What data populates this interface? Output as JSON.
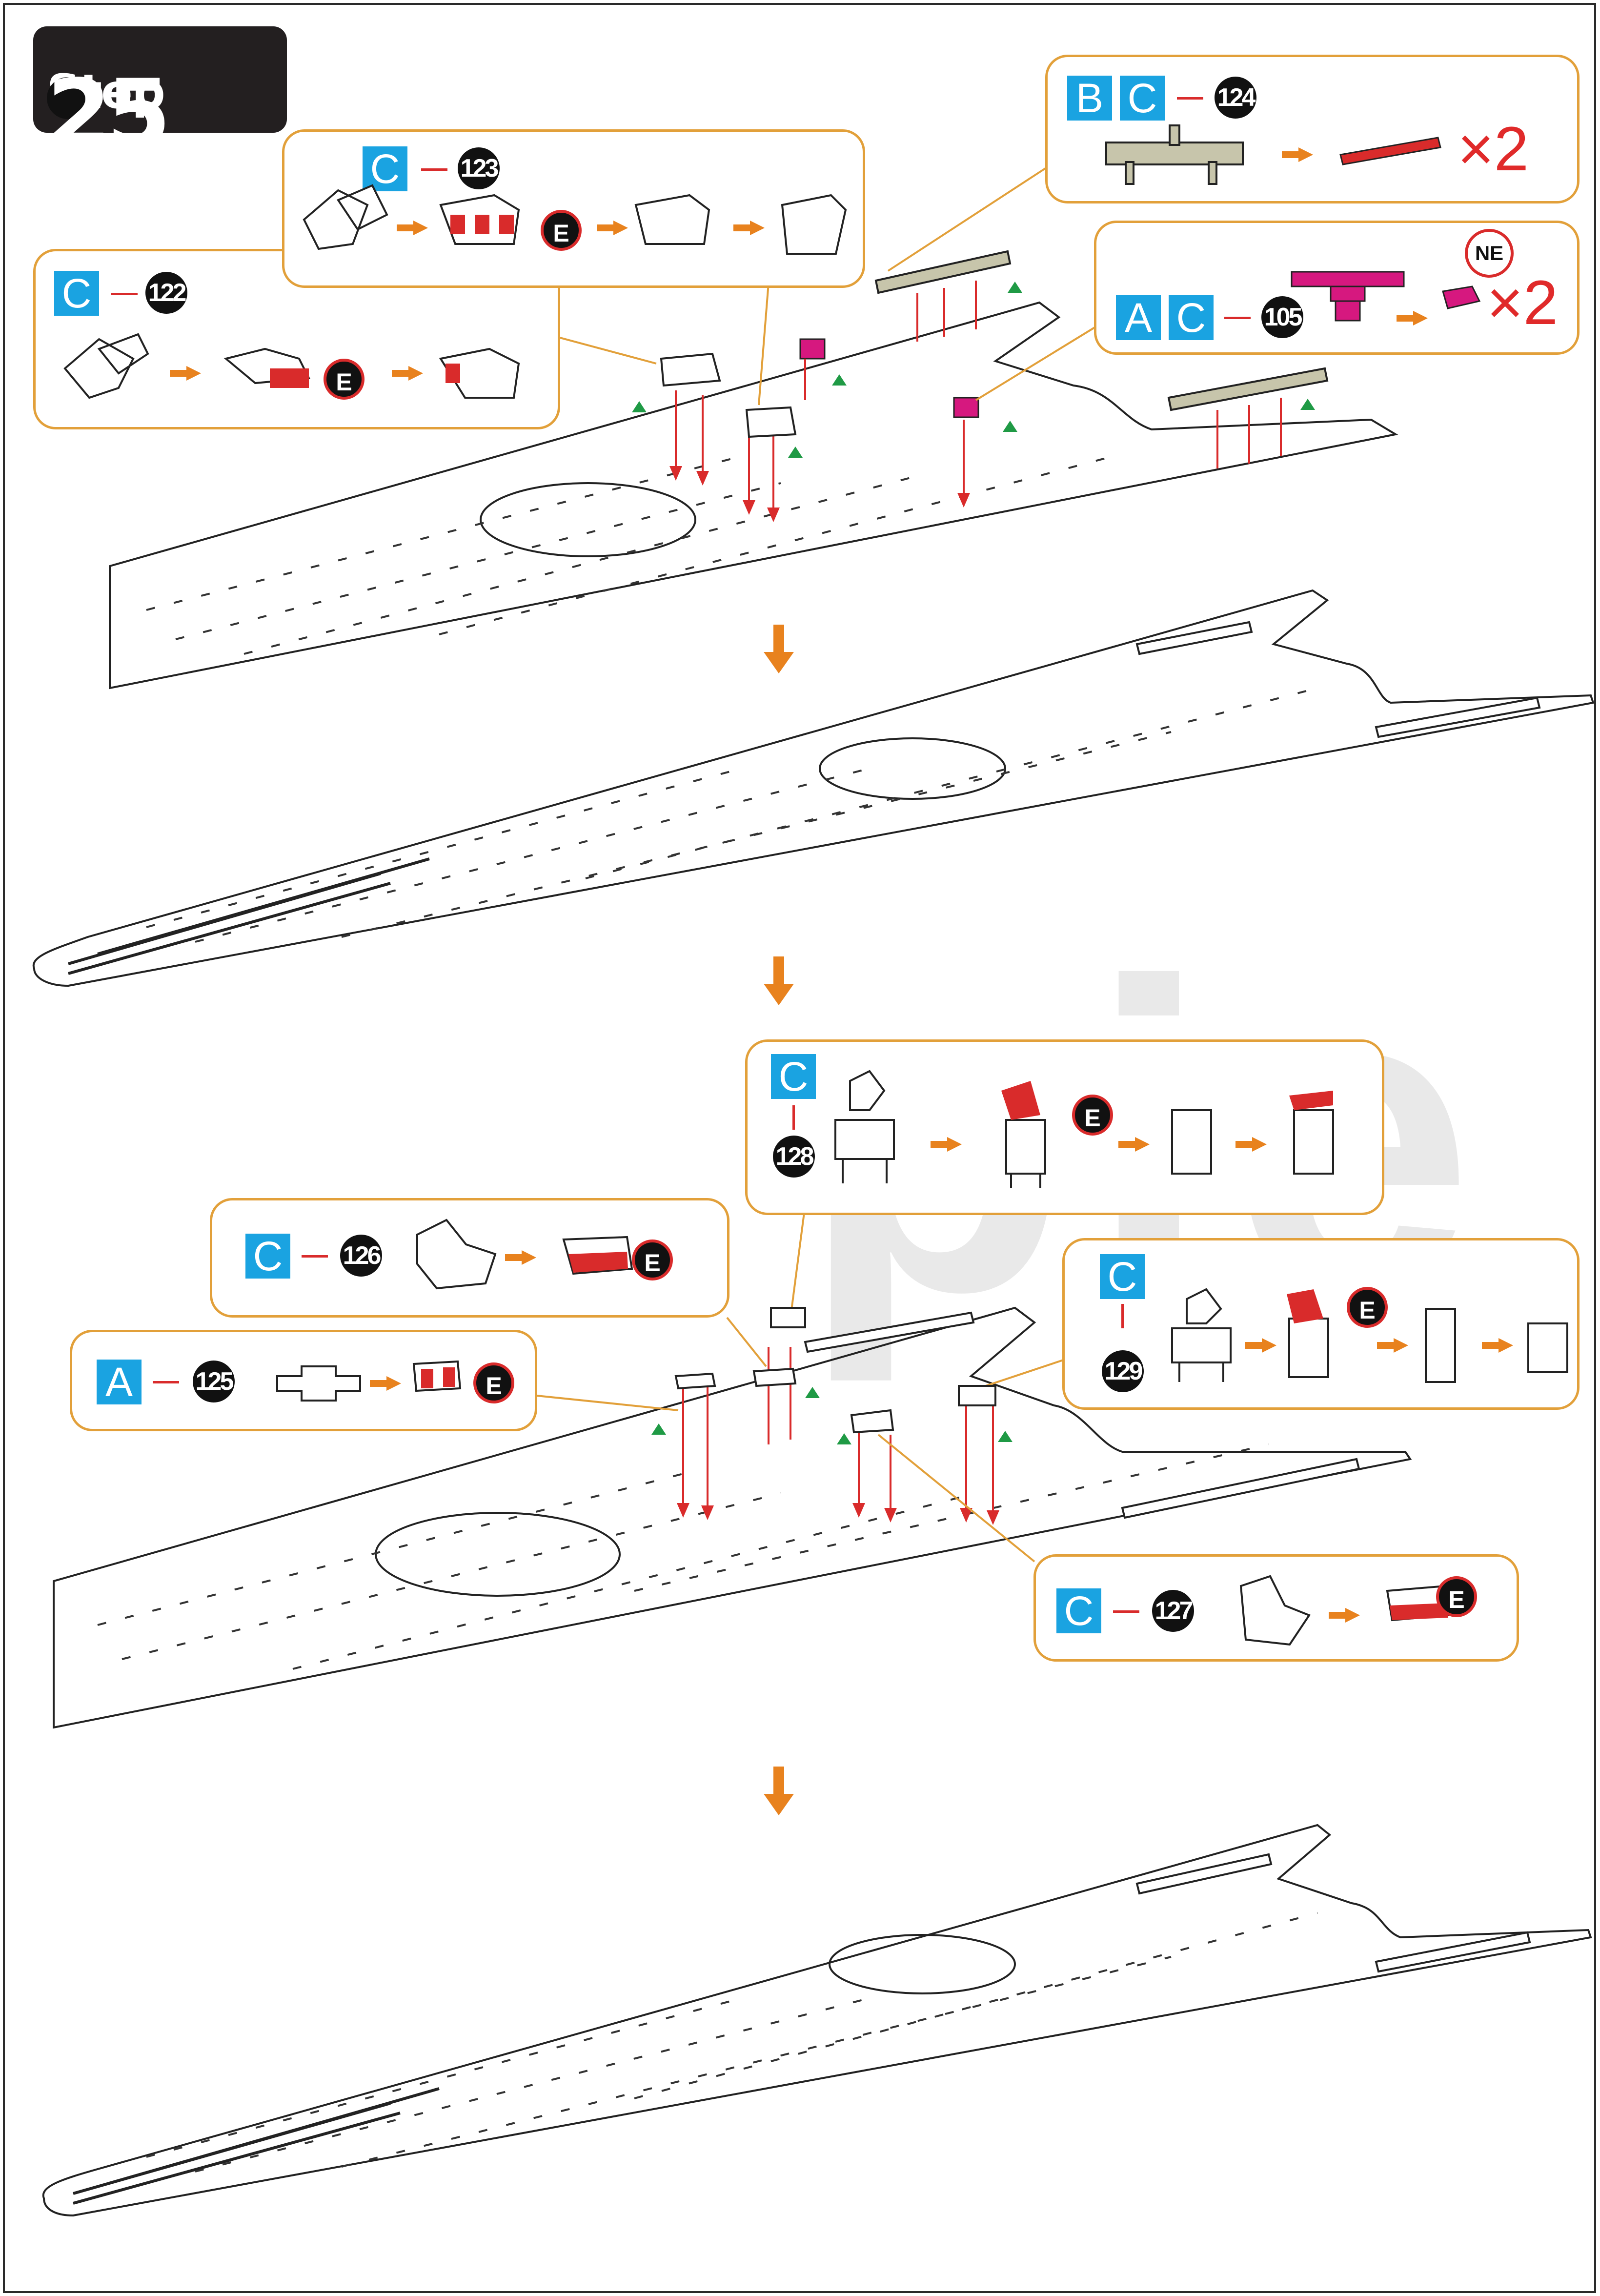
{
  "step": {
    "label": "Step",
    "number": "25"
  },
  "watermark": "pie",
  "colors": {
    "callout_border": "#e2a03a",
    "letter_blue": "#1aa3e1",
    "arrow_orange": "#e8821e",
    "accent_red": "#d92b2b",
    "part_magenta": "#d6187f",
    "part_khaki": "#c7c5ab",
    "marker_green": "#1f9a45"
  },
  "callouts": {
    "c122": {
      "sheet": "C",
      "part": "122",
      "finish": "E"
    },
    "c123": {
      "sheet": "C",
      "part": "123",
      "finish": "E"
    },
    "c124": {
      "sheets": [
        "B",
        "C"
      ],
      "part": "124",
      "qty": "×2"
    },
    "c105": {
      "sheets": [
        "A",
        "C"
      ],
      "part": "105",
      "qty": "×2",
      "orientation": "NE"
    },
    "c128": {
      "sheet": "C",
      "part": "128",
      "finish": "E"
    },
    "c126": {
      "sheet": "C",
      "part": "126",
      "finish": "E"
    },
    "c125": {
      "sheet": "A",
      "part": "125",
      "finish": "E"
    },
    "c129": {
      "sheet": "C",
      "part": "129",
      "finish": "E"
    },
    "c127": {
      "sheet": "C",
      "part": "127",
      "finish": "E"
    }
  },
  "icons": [
    "arrow-right-icon",
    "arrow-down-icon",
    "red-fold-arrow-icon",
    "green-triangle-icon"
  ]
}
